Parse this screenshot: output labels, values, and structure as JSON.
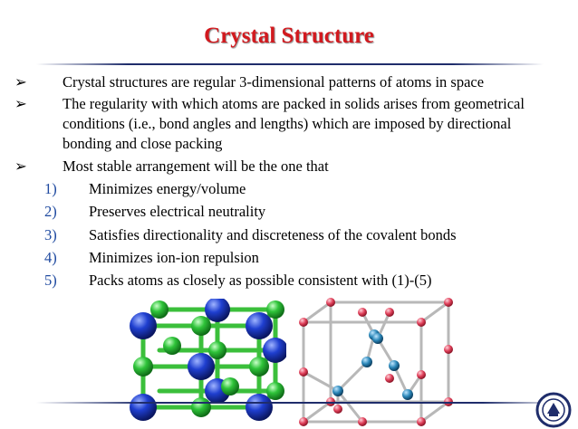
{
  "slide": {
    "title": "Crystal Structure",
    "bullets": [
      "Crystal structures are regular 3-dimensional patterns of atoms in space",
      "The regularity with which atoms are packed in solids arises from geometrical",
      "conditions (i.e., bond angles and lengths) which are imposed by directional",
      "bonding and close packing",
      "Most stable arrangement will be the one that"
    ],
    "numbered": [
      {
        "n": "1)",
        "text": "Minimizes energy/volume"
      },
      {
        "n": "2)",
        "text": "Preserves electrical neutrality"
      },
      {
        "n": "3)",
        "text": "Satisfies directionality and discreteness of the covalent bonds"
      },
      {
        "n": "4)",
        "text": "Minimizes ion-ion repulsion"
      },
      {
        "n": "5)",
        "text": "Packs atoms as closely as possible consistent with (1)-(5)"
      }
    ]
  },
  "colors": {
    "title": "#d2191e",
    "numbers": "#1f4aa0",
    "rule": "#1f2d6b",
    "atom_blue": "#1f3fd0",
    "atom_green": "#2fc43a",
    "atom_red": "#e0405a",
    "atom_teal": "#2a86b8"
  },
  "icons": {
    "bullet": "arrowhead-bullet",
    "figure_left": "ionic-crystal-lattice-model",
    "figure_right": "diamond-cubic-unit-cell",
    "seal": "university-seal-logo"
  }
}
